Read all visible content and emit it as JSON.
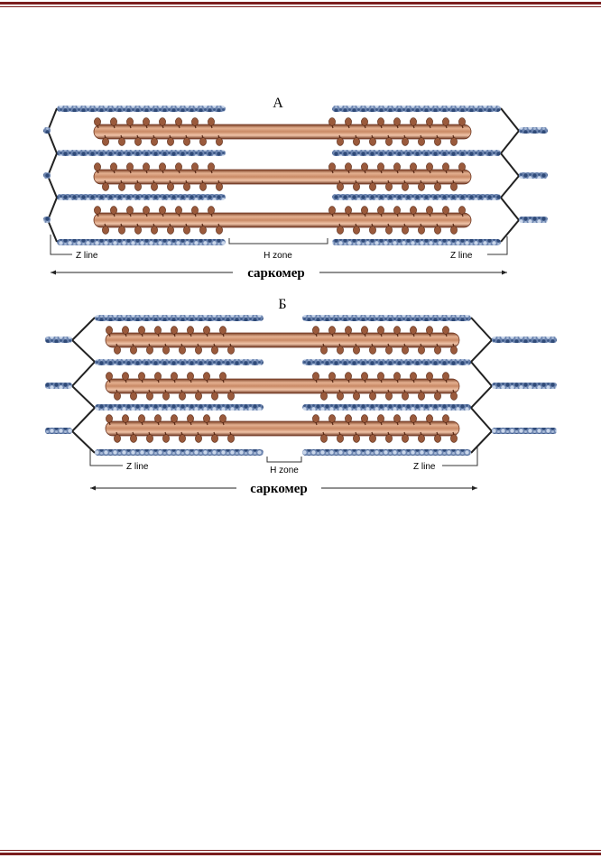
{
  "panel_a": {
    "title": "А",
    "z_line_left": "Z line",
    "z_line_right": "Z line",
    "h_zone": "H zone",
    "sarcomere": "саркомер"
  },
  "panel_b": {
    "title": "Б",
    "z_line_left": "Z line",
    "z_line_right": "Z line",
    "h_zone": "H zone",
    "sarcomere": "саркомер"
  },
  "colors": {
    "border": "#7a1e1e",
    "thick_filament": "#b9765a",
    "myosin_head": "#9a5a3c",
    "thin_filament": "#5a74a0",
    "z_line": "#222222"
  }
}
